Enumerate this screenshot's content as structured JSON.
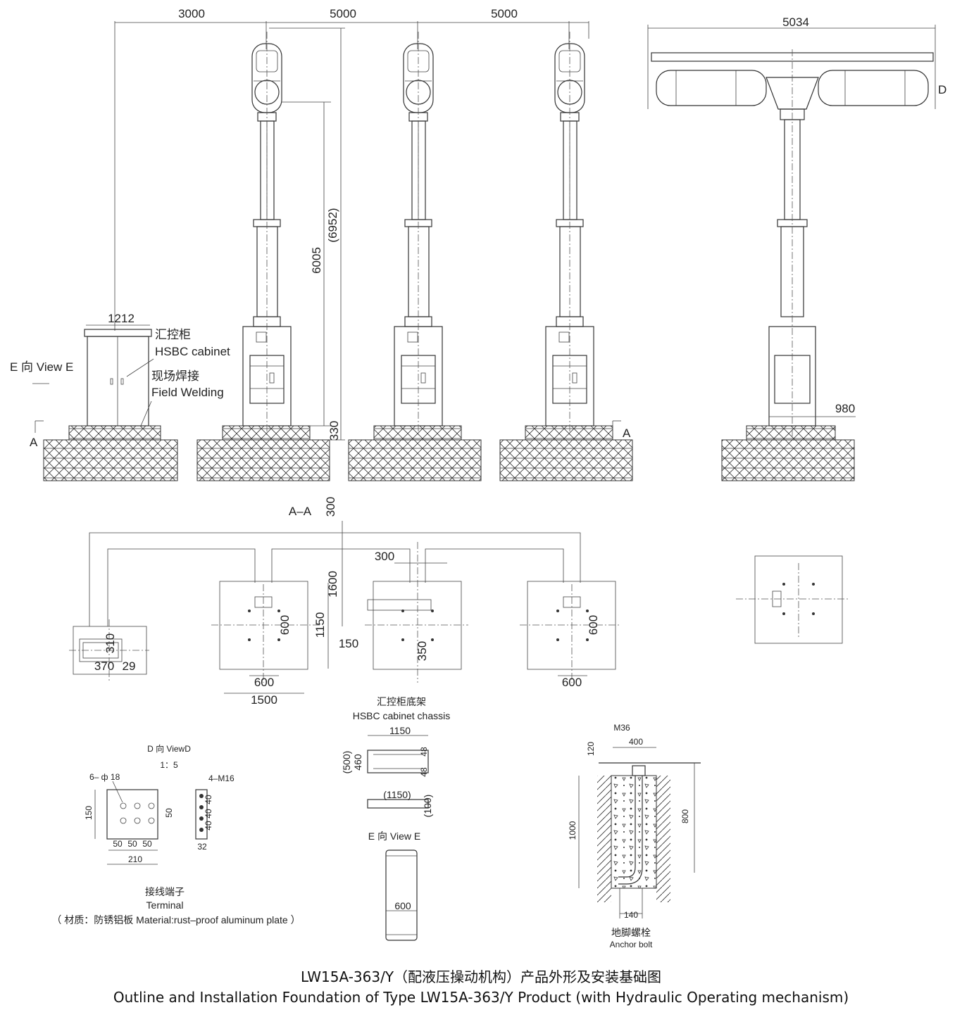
{
  "top": {
    "dim_bays": [
      "3000",
      "5000",
      "5000"
    ],
    "dim_width_side": "5034",
    "dim_height_inner": "6005",
    "dim_height_outer": "(6952)",
    "dim_base_height": "330",
    "dim_cabinet_width": "1212",
    "dim_side_base": "980",
    "label_view_d": "D",
    "label_view_e": "E 向 View E",
    "section_mark": "A",
    "hsbc_cn": "汇控柜",
    "hsbc_en": "HSBC cabinet",
    "weld_cn": "现场焊接",
    "weld_en": "Field Welding"
  },
  "section": {
    "title": "A–A",
    "dims": {
      "d300_top": "300",
      "d300_mid": "300",
      "d1600": "1600",
      "d1150": "1150",
      "d150": "150",
      "d600_a": "600",
      "d600_b": "600",
      "d600_c": "600",
      "d600_d": "600",
      "d1500": "1500",
      "d350": "350",
      "d310": "310",
      "d370": "370",
      "d29": "29"
    },
    "chassis_cn": "汇控柜底架",
    "chassis_en": "HSBC cabinet chassis"
  },
  "chassis_detail": {
    "d1150": "1150",
    "d500": "(500)",
    "d460": "460",
    "d48a": "48",
    "d48b": "48",
    "d1150b": "(1150)",
    "d100": "(100)",
    "view_e": "E 向 View E",
    "d600": "600"
  },
  "terminal": {
    "view_d": "D 向 ViewD",
    "scale": "1：5",
    "holes": "6– ф 18",
    "bolts": "4–M16",
    "d150": "150",
    "d50v": "50",
    "d50a": "50",
    "d50b": "50",
    "d50c": "50",
    "d210": "210",
    "d40a": "40",
    "d40b": "40",
    "d40c": "40",
    "d32": "32",
    "title_cn": "接线端子",
    "title_en": "Terminal",
    "material": "（ 材质：防锈铝板 Material:rust–proof aluminum plate ）"
  },
  "anchor": {
    "m36": "M36",
    "d400": "400",
    "d120": "120",
    "d1000": "1000",
    "d800": "800",
    "d140": "140",
    "title_cn": "地脚螺栓",
    "title_en": "Anchor bolt"
  },
  "caption": {
    "line1": "LW15A-363/Y（配液压操动机构）产品外形及安装基础图",
    "line2": "Outline and Installation Foundation of Type LW15A-363/Y Product (with Hydraulic Operating mechanism)"
  }
}
